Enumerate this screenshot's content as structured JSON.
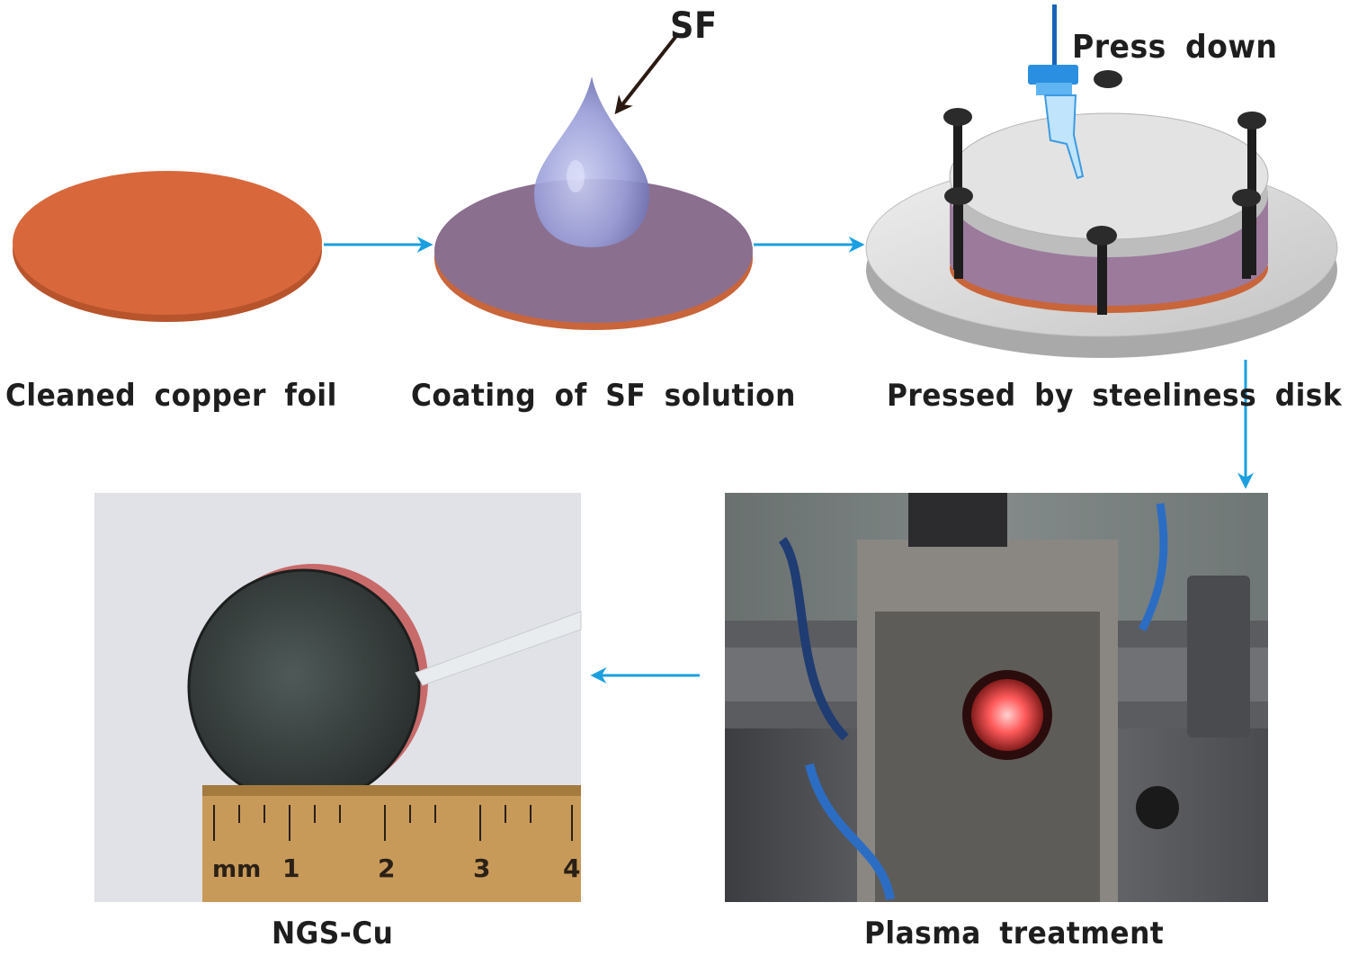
{
  "steps": [
    {
      "label": "Cleaned copper foil"
    },
    {
      "label": "Coating of SF solution"
    },
    {
      "label": "Pressed by steeliness disk"
    },
    {
      "label": "Plasma treatment"
    },
    {
      "label": "NGS-Cu"
    }
  ],
  "annotations": {
    "sf": "SF",
    "press": "Press down"
  },
  "ruler": {
    "unit": "mm",
    "numbers": [
      "1",
      "2",
      "3",
      "4"
    ]
  },
  "colors": {
    "copper": "#d8683c",
    "coating": "#8b6f8f",
    "arrow": "#1a9fe0",
    "steel": "#d9d9d9",
    "text": "#1e1e1e"
  }
}
